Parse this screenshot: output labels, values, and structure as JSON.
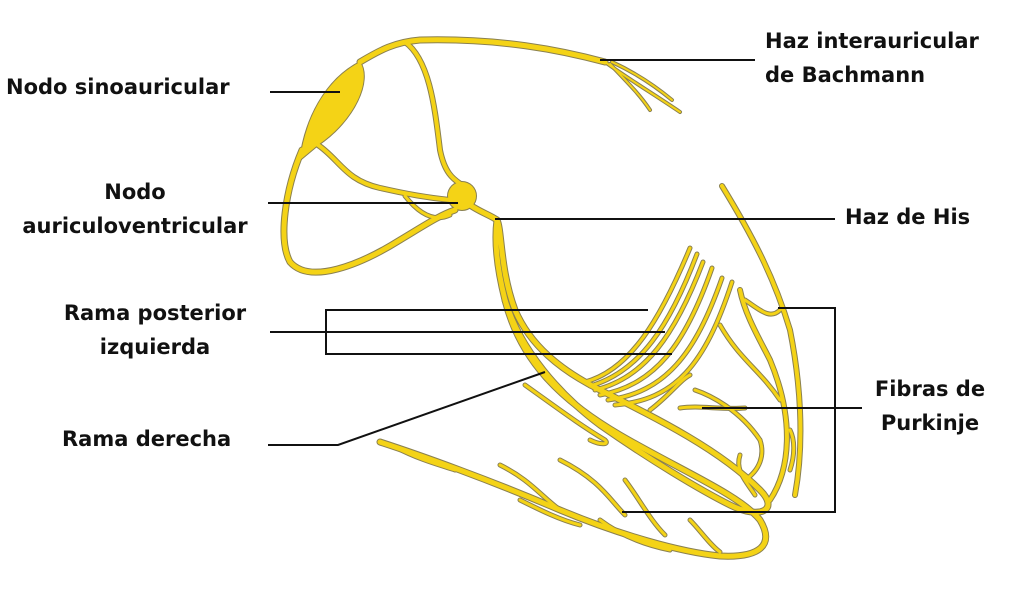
{
  "labels": {
    "sa_node": "Nodo sinoauricular",
    "bachmann_1": "Haz interauricular",
    "bachmann_2": "de Bachmann",
    "av_node_1": "Nodo",
    "av_node_2": "auriculoventricular",
    "his": "Haz de His",
    "posterior_1": "Rama posterior",
    "posterior_2": "izquierda",
    "right_branch": "Rama derecha",
    "purkinje_1": "Fibras de",
    "purkinje_2": "Purkinje"
  },
  "colors": {
    "conduction_tissue": "#f4d316",
    "outline": "#8a8050",
    "leader_lines": "#111111"
  }
}
